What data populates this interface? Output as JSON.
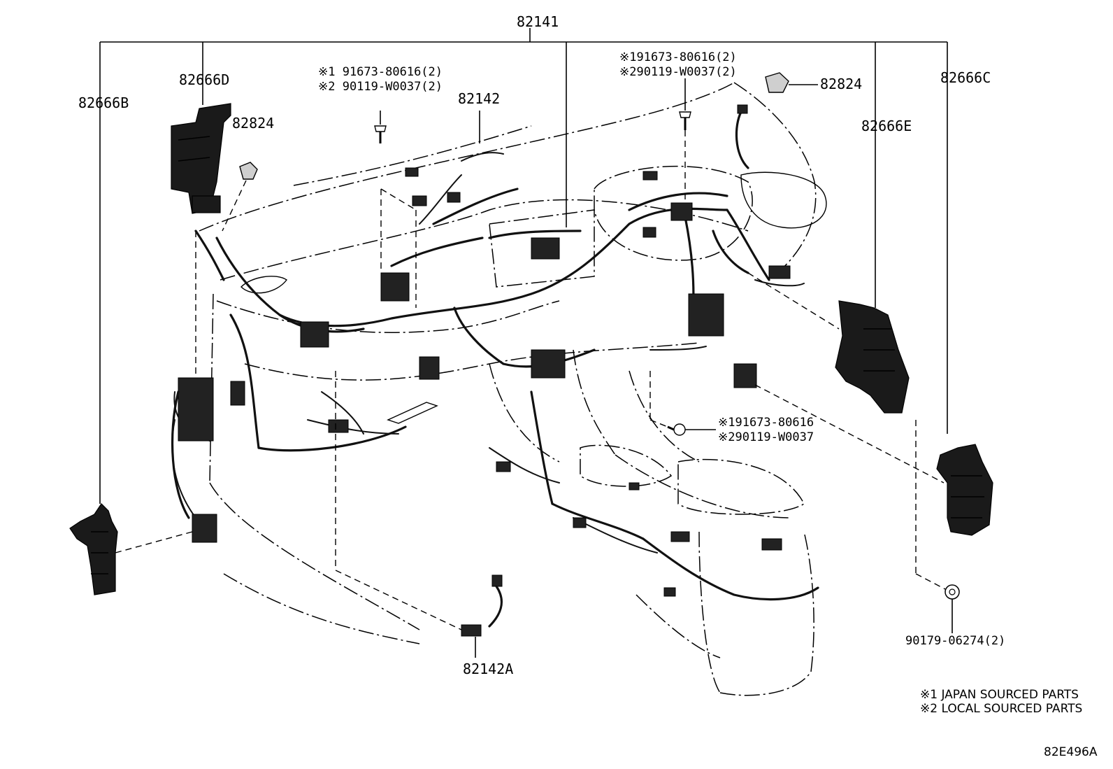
{
  "labels": {
    "harness_main": "82141",
    "bracket_b": "82666B",
    "bracket_d": "82666D",
    "clamp_left": "82824",
    "clamp_right": "82824",
    "harness_sub": "82142",
    "bracket_c": "82666C",
    "bracket_e": "82666E",
    "harness_sub_a": "82142A",
    "nut": "90179-06274(2)",
    "diagram_code": "82E496A"
  },
  "callouts": {
    "bolt_left_1": "※1 91673-80616(2)",
    "bolt_left_2": "※2 90119-W0037(2)",
    "bolt_top_1": "※191673-80616(2)",
    "bolt_top_2": "※290119-W0037(2)",
    "bolt_mid_1": "※191673-80616",
    "bolt_mid_2": "※290119-W0037"
  },
  "legend": {
    "note_1": "※1 JAPAN SOURCED PARTS",
    "note_2": "※2 LOCAL SOURCED PARTS"
  }
}
